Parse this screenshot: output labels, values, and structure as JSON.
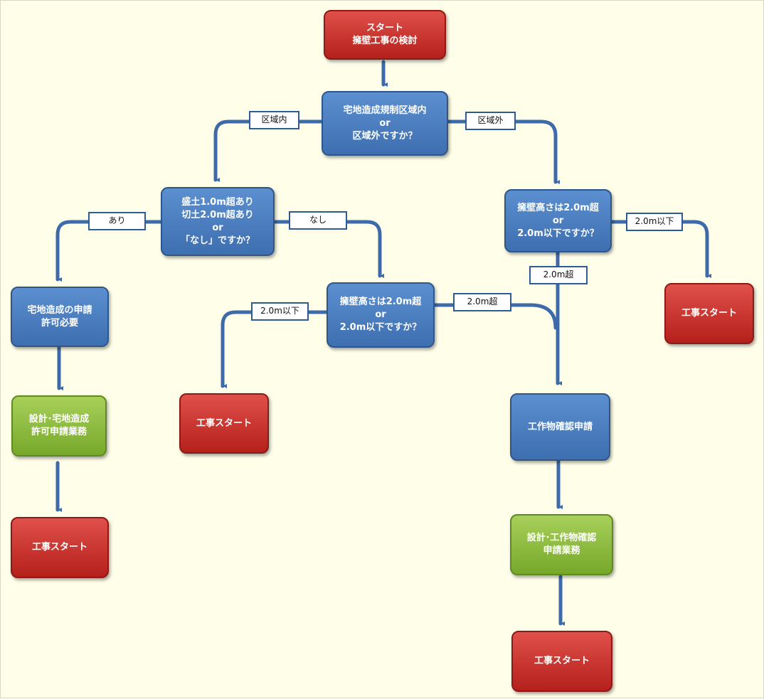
{
  "nodes": {
    "start": [
      "スタート",
      "擁壁工事の検討"
    ],
    "area_question": [
      "宅地造成規制区域内",
      "or",
      "区域外ですか？"
    ],
    "fill_question": [
      "盛土1.0m超あり",
      "切土2.0m超あり",
      "or",
      "「なし」ですか？"
    ],
    "height_question_outside": [
      "擁壁高さは2.0m超",
      "or",
      "2.0m以下ですか？"
    ],
    "permit_required": [
      "宅地造成の申請",
      "許可必要"
    ],
    "height_question_inside": [
      "擁壁高さは2.0m超",
      "or",
      "2.0m以下ですか？"
    ],
    "design_permit": [
      "設計･宅地造成",
      "許可申請業務"
    ],
    "start_work_left": [
      "工事スタート"
    ],
    "start_work_mid": [
      "工事スタート"
    ],
    "start_work_right": [
      "工事スタート"
    ],
    "building_confirmation": [
      "工作物確認申請"
    ],
    "design_confirmation": [
      "設計･工作物確認",
      "申請業務"
    ],
    "start_work_bottom": [
      "工事スタート"
    ]
  },
  "labels": {
    "inside_area": "区域内",
    "outside_area": "区域外",
    "yes": "あり",
    "no": "なし",
    "under_2m_outside": "2.0m以下",
    "over_2m_outside": "2.0m超",
    "under_2m_inside": "2.0m以下",
    "over_2m_inside": "2.0m超"
  },
  "colors": {
    "process": "#4a7ec0",
    "terminal": "#cc3330",
    "task": "#8cbf3f",
    "connector": "#3d6aa8",
    "background": "#fefee9"
  }
}
